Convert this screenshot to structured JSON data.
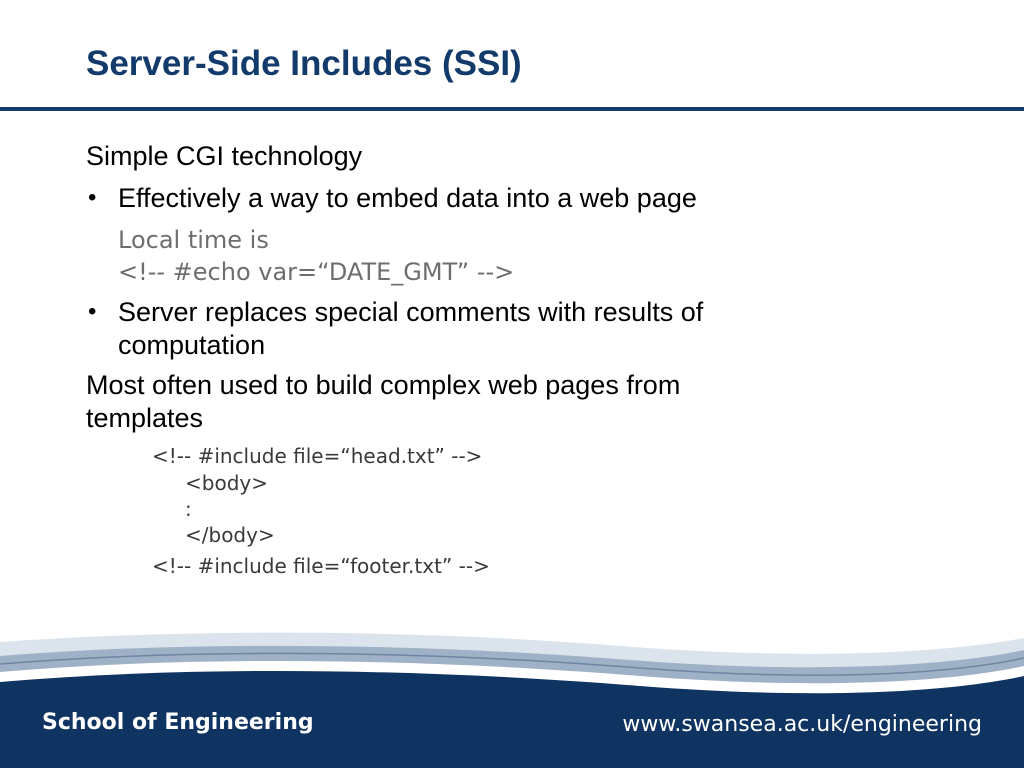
{
  "slide": {
    "title": "Server-Side Includes (SSI)",
    "lines": {
      "intro": "Simple CGI technology",
      "bullet1": "Effectively a way to embed data into a web page",
      "code1_line1": "Local time is",
      "code1_line2": "<!-- #echo var=“DATE_GMT” -->",
      "bullet2_line1": "Server replaces special comments with results of",
      "bullet2_line2": "computation",
      "para2_line1": "Most often used to build complex web pages from",
      "para2_line2": "templates",
      "code2_line1": "<!-- #include file=“head.txt” -->",
      "code2_line2": "<body>",
      "code2_line3": ":",
      "code2_line4": "</body>",
      "code2_line5": "<!-- #include file=“footer.txt” -->"
    },
    "bullet_char": "•"
  },
  "footer": {
    "school": "School of Engineering",
    "url": "www.swansea.ac.uk/engineering"
  },
  "colors": {
    "title": "#123a6b",
    "footer_band": "#0f3461",
    "code_gray": "#6e6e6e"
  }
}
